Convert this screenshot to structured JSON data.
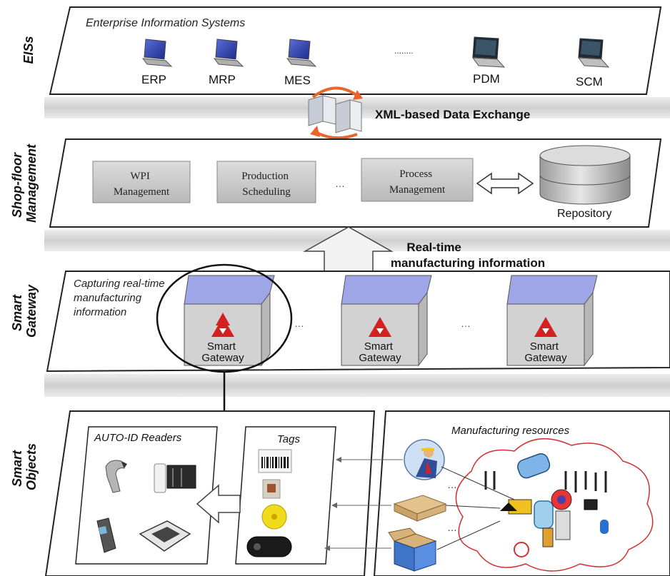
{
  "layers": {
    "eis": {
      "side_label": "EISs",
      "title": "Enterprise Information Systems",
      "systems": [
        "ERP",
        "MRP",
        "MES",
        "PDM",
        "SCM"
      ],
      "ellipsis": "........"
    },
    "exchange": {
      "label": "XML-based Data Exchange"
    },
    "shopfloor": {
      "side_label_line1": "Shop-floor",
      "side_label_line2": "Management",
      "modules": [
        {
          "line1": "WPI",
          "line2": "Management"
        },
        {
          "line1": "Production",
          "line2": "Scheduling"
        },
        {
          "line1": "Process",
          "line2": "Management"
        }
      ],
      "ellipsis": "…",
      "repository_label": "Repository"
    },
    "realtime": {
      "line1": "Real-time",
      "line2": "manufacturing information"
    },
    "gateway": {
      "side_label_line1": "Smart",
      "side_label_line2": "Gateway",
      "caption_line1": "Capturing real-time",
      "caption_line2": "manufacturing",
      "caption_line3": "information",
      "box_line1": "Smart",
      "box_line2": "Gateway",
      "ellipsis": "…"
    },
    "objects": {
      "side_label_line1": "Smart",
      "side_label_line2": "Objects",
      "readers_title": "AUTO-ID Readers",
      "tags_title": "Tags",
      "resources_title": "Manufacturing resources",
      "ellipsis": "…"
    }
  },
  "colors": {
    "layer_stroke": "#222222",
    "shadow_band": "#d6d6d6",
    "module_fill": "#c9c9c9",
    "gateway_top": "#9fa6e8",
    "gateway_body": "#d0d0d0",
    "gateway_logo": "#d42020",
    "cloud_stroke": "#d23030"
  }
}
